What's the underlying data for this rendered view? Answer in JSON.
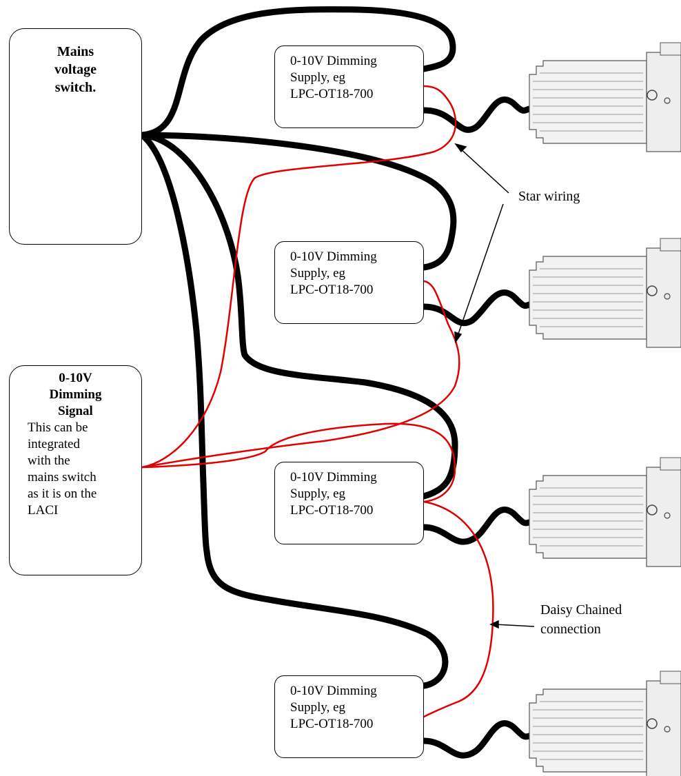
{
  "mains_switch": {
    "title_lines": [
      "Mains",
      "voltage",
      "switch."
    ]
  },
  "dimming_signal": {
    "title_lines": [
      "0-10V",
      "Dimming",
      "Signal"
    ],
    "body_lines": [
      "This can be",
      "integrated",
      "with the",
      "mains switch",
      "as it is on the",
      "LACI"
    ]
  },
  "supplies": [
    {
      "lines": [
        "0-10V Dimming",
        "Supply, eg",
        "LPC-OT18-700"
      ]
    },
    {
      "lines": [
        "0-10V Dimming",
        "Supply, eg",
        "LPC-OT18-700"
      ]
    },
    {
      "lines": [
        "0-10V Dimming",
        "Supply, eg",
        "LPC-OT18-700"
      ]
    },
    {
      "lines": [
        "0-10V Dimming",
        "Supply, eg",
        "LPC-OT18-700"
      ]
    }
  ],
  "annotations": {
    "star_wiring": "Star wiring",
    "daisy_line1": "Daisy Chained",
    "daisy_line2": "connection"
  },
  "colors": {
    "mains_wire": "#000000",
    "signal_wire": "#e00000",
    "heatsink_fill": "#f2f2f2",
    "heatsink_stroke": "#555555"
  }
}
